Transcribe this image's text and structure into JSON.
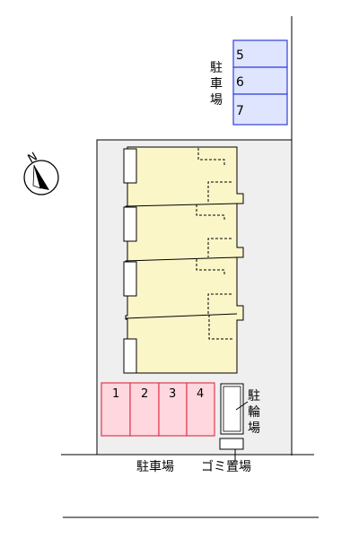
{
  "north": {
    "label": "N"
  },
  "upper_lot": {
    "label_chars": [
      "駐",
      "車",
      "場"
    ],
    "spaces": [
      "5",
      "6",
      "7"
    ],
    "color": "#2f3fd6",
    "fill": "#dfe4ff"
  },
  "lower_lot": {
    "spaces": [
      "1",
      "2",
      "3",
      "4"
    ],
    "color": "#e0394f",
    "fill": "#ffd7de",
    "caption": "駐車場"
  },
  "bicycle_parking": {
    "label_chars": [
      "駐",
      "輪",
      "場"
    ]
  },
  "garbage": {
    "caption": "ゴミ置場"
  },
  "building": {
    "fill": "#fbf6c8"
  }
}
